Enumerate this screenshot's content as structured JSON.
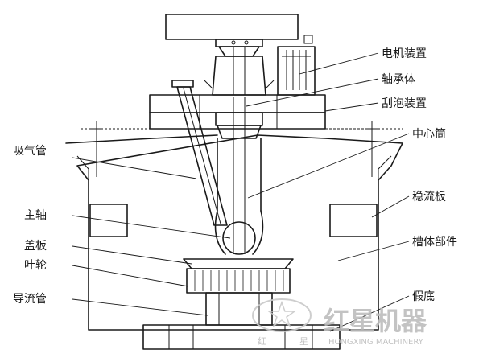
{
  "labels": {
    "motor_device": "电机装置",
    "bearing_body": "轴承体",
    "froth_scraper": "刮泡装置",
    "center_cylinder": "中心筒",
    "suction_pipe": "吸气管",
    "baffle_plate": "稳流板",
    "main_shaft": "主轴",
    "cover_plate": "盖板",
    "impeller": "叶轮",
    "tank_body": "槽体部件",
    "guide_pipe": "导流管",
    "false_bottom": "假底"
  },
  "watermark": {
    "brand": "红星机器",
    "sub_left": "红",
    "sub_mid": "星",
    "sub_right": "HONGXING MACHINERY"
  }
}
